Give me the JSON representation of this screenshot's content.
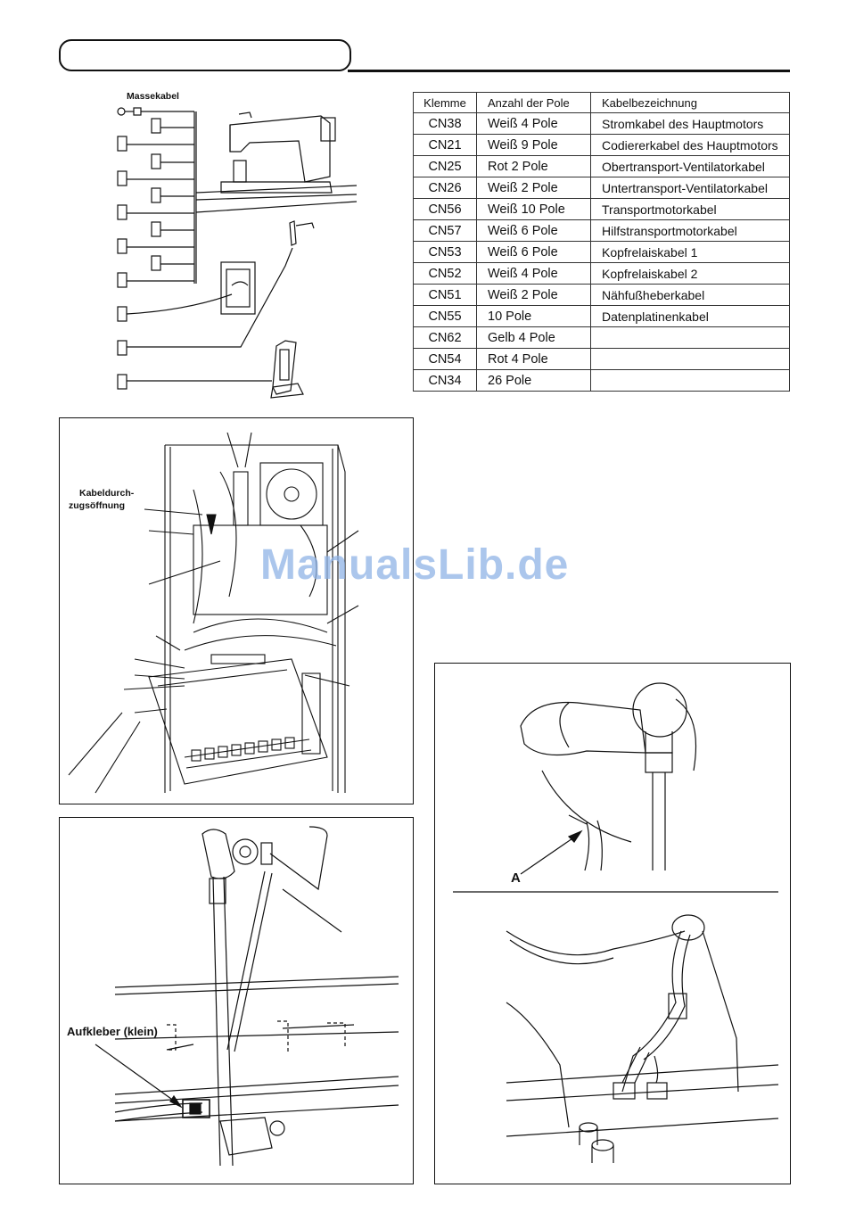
{
  "header": {
    "box_label": ""
  },
  "figure1": {
    "ground_cable_label": "Massekabel"
  },
  "connector_table": {
    "headers": [
      "Klemme",
      "Anzahl der Pole",
      "Kabelbezeichnung"
    ],
    "rows": [
      {
        "terminal": "CN38",
        "poles": "Weiß 4 Pole",
        "cable": "Stromkabel des Hauptmotors"
      },
      {
        "terminal": "CN21",
        "poles": "Weiß 9 Pole",
        "cable": "Codiererkabel des Hauptmotors"
      },
      {
        "terminal": "CN25",
        "poles": "Rot 2 Pole",
        "cable": "Obertransport-Ventilatorkabel"
      },
      {
        "terminal": "CN26",
        "poles": "Weiß 2 Pole",
        "cable": "Untertransport-Ventilatorkabel"
      },
      {
        "terminal": "CN56",
        "poles": "Weiß 10 Pole",
        "cable": "Transportmotorkabel"
      },
      {
        "terminal": "CN57",
        "poles": "Weiß 6 Pole",
        "cable": "Hilfstransportmotorkabel"
      },
      {
        "terminal": "CN53",
        "poles": "Weiß 6 Pole",
        "cable": "Kopfrelaiskabel 1"
      },
      {
        "terminal": "CN52",
        "poles": "Weiß 4 Pole",
        "cable": "Kopfrelaiskabel 2"
      },
      {
        "terminal": "CN51",
        "poles": "Weiß 2 Pole",
        "cable": "Nähfußheberkabel"
      },
      {
        "terminal": "CN55",
        "poles": "10 Pole",
        "cable": "Datenplatinenkabel"
      },
      {
        "terminal": "CN62",
        "poles": "Gelb 4 Pole",
        "cable": ""
      },
      {
        "terminal": "CN54",
        "poles": "Rot 4 Pole",
        "cable": ""
      },
      {
        "terminal": "CN34",
        "poles": "26 Pole",
        "cable": ""
      }
    ]
  },
  "figure2": {
    "cable_opening_label_line1": "Kabeldurch-",
    "cable_opening_label_line2": "zugsöffnung"
  },
  "figure3": {
    "sticker_label": "Aufkleber (klein)"
  },
  "figure4": {
    "marker_label": "A"
  },
  "watermark": "ManualsLib.de"
}
